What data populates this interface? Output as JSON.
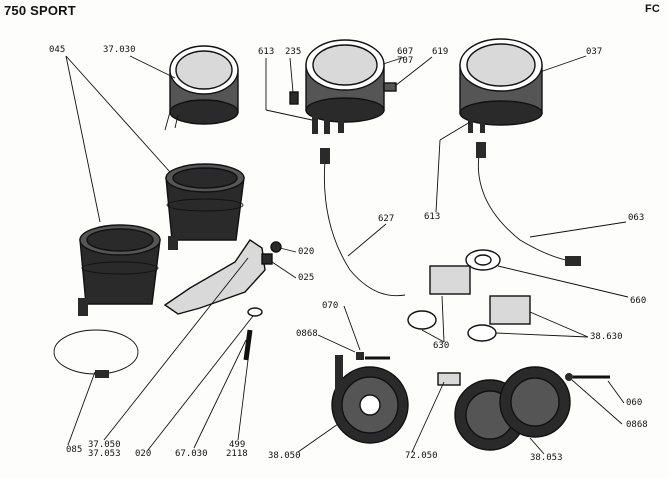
{
  "header": {
    "title": "750 SPORT",
    "code": "FC"
  },
  "labels": {
    "l045": "045",
    "l37030": "37.030",
    "l613a": "613",
    "l235": "235",
    "l607": "607",
    "l707": "707",
    "l619": "619",
    "l037": "037",
    "l613b": "613",
    "l627": "627",
    "l063": "063",
    "l020a": "020",
    "l025": "025",
    "l660": "660",
    "l070": "070",
    "l630": "630",
    "l38630": "38.630",
    "l0868a": "0868",
    "l060": "060",
    "l0868b": "0868",
    "l085": "085",
    "l37050": "37.050",
    "l37053": "37.053",
    "l020b": "020",
    "l67030": "67.030",
    "l499": "499",
    "l2118": "2118",
    "l38050": "38.050",
    "l72050": "72.050",
    "l38053": "38.053"
  }
}
